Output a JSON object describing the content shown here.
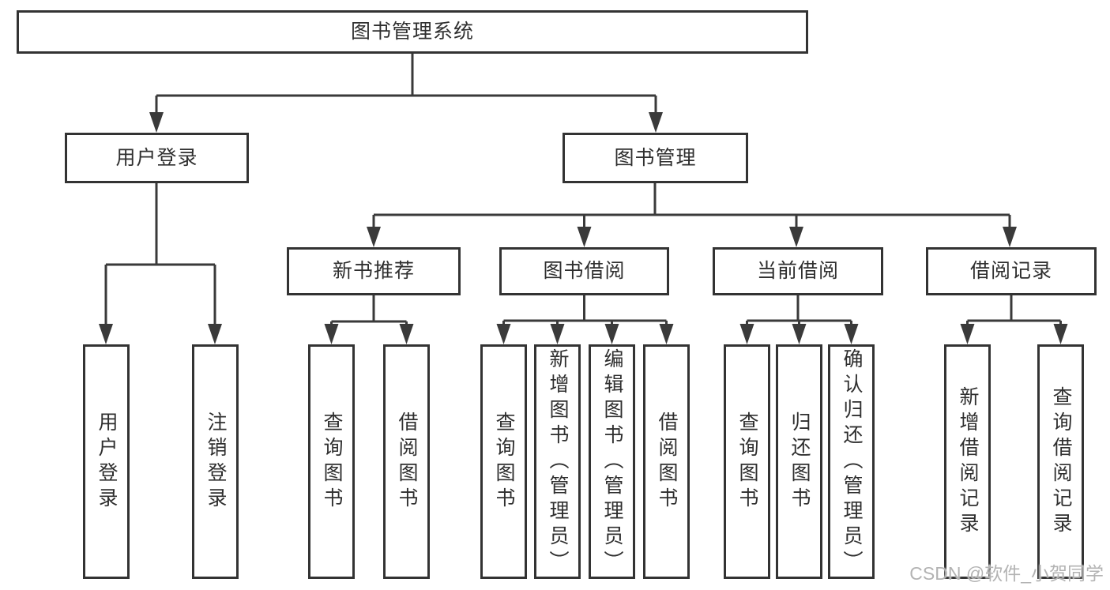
{
  "diagram": {
    "root": {
      "label": "图书管理系统"
    },
    "branches": [
      {
        "label": "用户登录",
        "children": [
          {
            "label": "用户登录"
          },
          {
            "label": "注销登录"
          }
        ]
      },
      {
        "label": "图书管理",
        "children": [
          {
            "label": "新书推荐",
            "children": [
              {
                "label": "查询图书"
              },
              {
                "label": "借阅图书"
              }
            ]
          },
          {
            "label": "图书借阅",
            "children": [
              {
                "label": "查询图书"
              },
              {
                "label": "新增图书（管理员）"
              },
              {
                "label": "编辑图书（管理员）"
              },
              {
                "label": "借阅图书"
              }
            ]
          },
          {
            "label": "当前借阅",
            "children": [
              {
                "label": "查询图书"
              },
              {
                "label": "归还图书"
              },
              {
                "label": "确认归还（管理员）"
              }
            ]
          },
          {
            "label": "借阅记录",
            "children": [
              {
                "label": "新增借阅记录"
              },
              {
                "label": "查询借阅记录"
              }
            ]
          }
        ]
      }
    ]
  },
  "watermark": {
    "text": "CSDN @软件_小贺同学"
  },
  "colors": {
    "line": "#3a3a3a",
    "border": "#333333",
    "background": "#ffffff",
    "text": "#2f2f2f",
    "watermark": "#b3b3b3"
  }
}
